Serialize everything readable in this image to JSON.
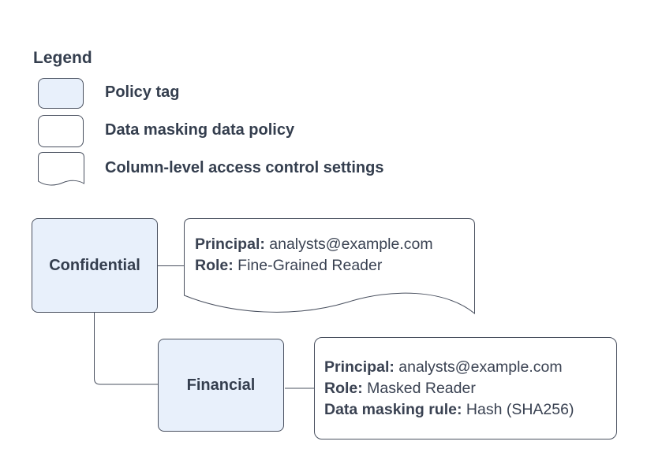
{
  "legend": {
    "title": "Legend",
    "items": [
      {
        "id": "policy-tag",
        "label": "Policy tag"
      },
      {
        "id": "data-masking-data-policy",
        "label": "Data masking data policy"
      },
      {
        "id": "column-level-access-control-settings",
        "label": "Column-level access control settings"
      }
    ]
  },
  "diagram": {
    "confidential_tag": {
      "label": "Confidential"
    },
    "financial_tag": {
      "label": "Financial"
    },
    "access_control_note": {
      "lines": [
        {
          "label": "Principal:",
          "value": " analysts@example.com"
        },
        {
          "label": "Role:",
          "value": " Fine-Grained Reader"
        }
      ]
    },
    "masking_policy_note": {
      "lines": [
        {
          "label": "Principal:",
          "value": " analysts@example.com"
        },
        {
          "label": "Role:",
          "value": " Masked Reader"
        },
        {
          "label": "Data masking rule:",
          "value": " Hash (SHA256)"
        }
      ]
    }
  },
  "colors": {
    "policy_tag_fill": "#e8f0fb",
    "shape_border": "#49505f",
    "text_dark": "#343e4e",
    "note_text": "#3a4252"
  }
}
